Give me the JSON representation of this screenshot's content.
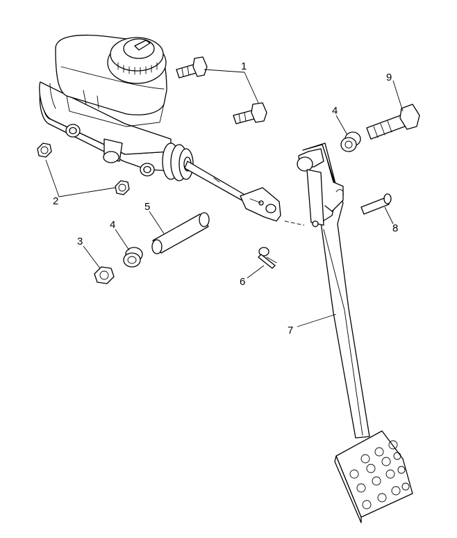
{
  "callouts": {
    "c1": "1",
    "c2": "2",
    "c3": "3",
    "c4a": "4",
    "c4b": "4",
    "c5": "5",
    "c6": "6",
    "c7": "7",
    "c8": "8",
    "c9": "9"
  },
  "colors": {
    "line": "#000000",
    "background": "#ffffff"
  }
}
